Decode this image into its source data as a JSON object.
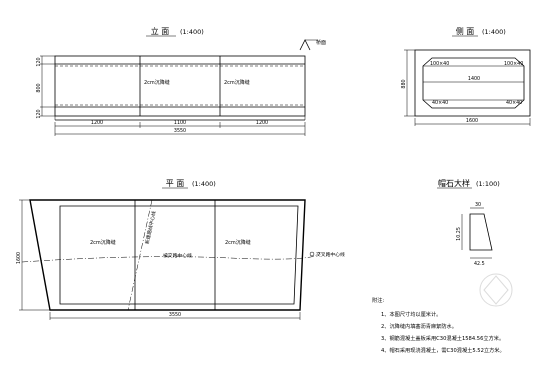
{
  "elevation": {
    "title": "立 面",
    "scale": "(1:400)",
    "label_bridge": "桥面",
    "left_dims": [
      "120",
      "800",
      "120"
    ],
    "bottom_dims": [
      "1200",
      "1100",
      "1200"
    ],
    "total_width": "3550",
    "joint_labels": [
      "2cm沉降缝",
      "2cm沉降缝"
    ]
  },
  "side": {
    "title": "侧 面",
    "scale": "(1:400)",
    "chamfer_labels": [
      "100×40",
      "100×40",
      "40×40",
      "40×40"
    ],
    "inner_dim": "1400",
    "height_dim": "880",
    "width_dim": "1600"
  },
  "plan": {
    "title": "平 面",
    "scale": "(1:400)",
    "total_width": "3550",
    "height_dim": "1600",
    "joint_labels": [
      "2cm沉降缝",
      "2cm沉降缝"
    ],
    "centerline_labels": [
      "新建路线中心线",
      "被交路中心线",
      "交叉路中心线"
    ]
  },
  "detail": {
    "title": "帽石大样",
    "scale": "(1:100)",
    "dims": [
      "30",
      "10.25",
      "42.5"
    ]
  },
  "notes": {
    "heading": "附注:",
    "items": [
      "1、本图尺寸均以厘米计。",
      "2、沉降缝内填塞沥青麻絮防水。",
      "3、钢筋混凝土盖板采用C30混凝土1584.56立方米。",
      "4、帽石采用现浇混凝土，需C30混凝土5.52立方米。"
    ]
  }
}
